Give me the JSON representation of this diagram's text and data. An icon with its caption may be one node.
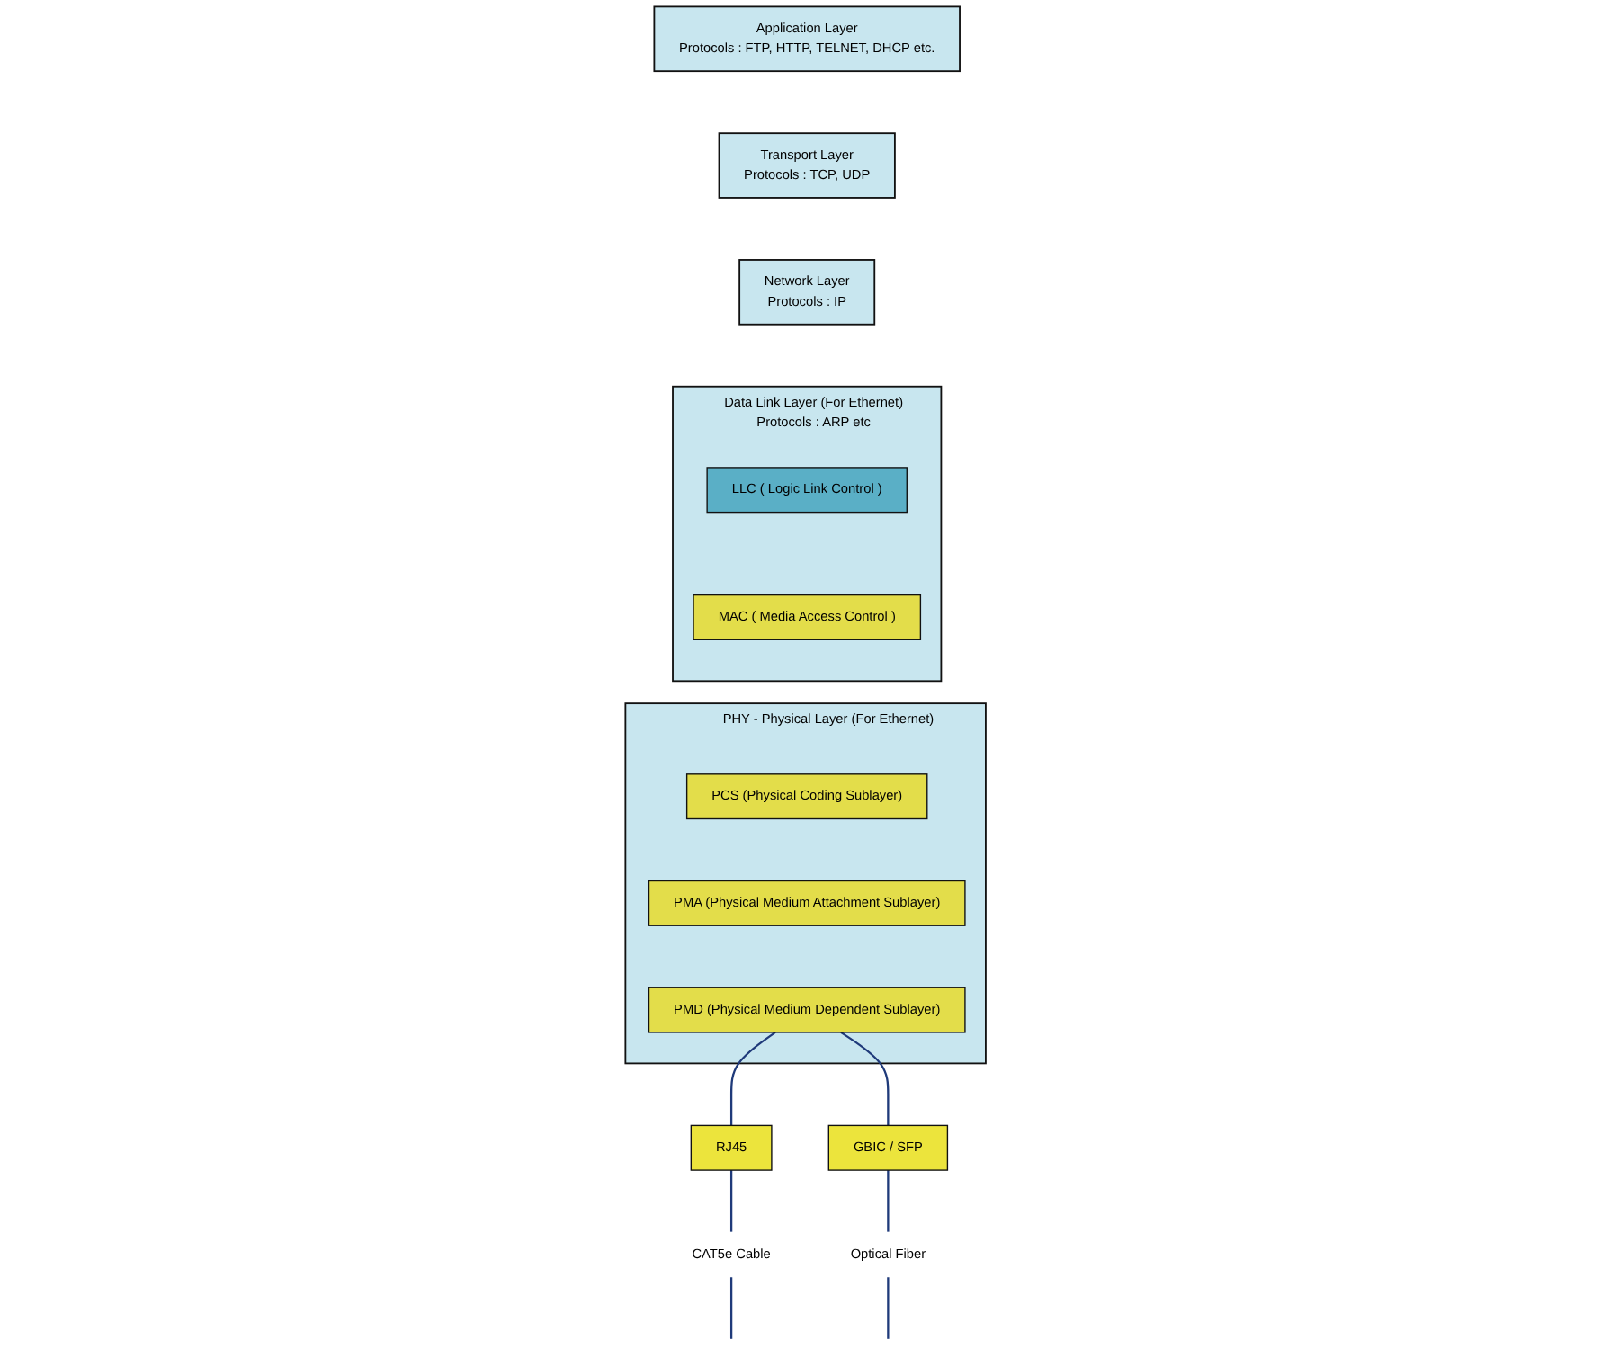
{
  "diagram": {
    "nodes": [
      {
        "text": [
          "Application Layer",
          "Protocols : FTP, HTTP, TELNET, DHCP etc."
        ]
      },
      {
        "text": [
          "Transport Layer",
          "Protocols : TCP, UDP"
        ]
      },
      {
        "text": [
          "Network Layer",
          "Protocols : IP"
        ]
      },
      {
        "text": [
          "Data Link Layer (For Ethernet)",
          "Protocols : ARP etc"
        ]
      },
      {
        "text": [
          "LLC ( Logic Link Control )"
        ],
        "in": 3
      },
      {
        "text": [
          "MAC ( Media Access Control )"
        ],
        "in": 3
      },
      {
        "text": [
          "PHY - Physical Layer (For Ethernet)"
        ]
      },
      {
        "text": [
          "PCS (Physical Coding Sublayer)"
        ],
        "in": 6
      },
      {
        "text": [
          "PMA (Physical Medium Attachment Sublayer)"
        ],
        "in": 6
      },
      {
        "text": [
          "PMD (Physical Medium Dependent Sublayer)"
        ],
        "in": 6
      },
      {
        "text": [
          "RJ45"
        ]
      },
      {
        "text": [
          "GBIC / SFP"
        ]
      },
      {
        "text": [
          "CAT5e Cable"
        ]
      },
      {
        "text": [
          "Optical Fiber"
        ]
      }
    ],
    "edges": [
      {
        "from": 9,
        "to": 10,
        "arrow": "none"
      },
      {
        "from": 9,
        "to": 11,
        "arrow": "none"
      },
      {
        "from": 10,
        "to": 12,
        "arrow": "none"
      },
      {
        "from": 11,
        "to": 13,
        "arrow": "none"
      },
      {
        "from": 12,
        "to": null,
        "arrow": "none"
      },
      {
        "from": 13,
        "to": null,
        "arrow": "none"
      }
    ]
  }
}
